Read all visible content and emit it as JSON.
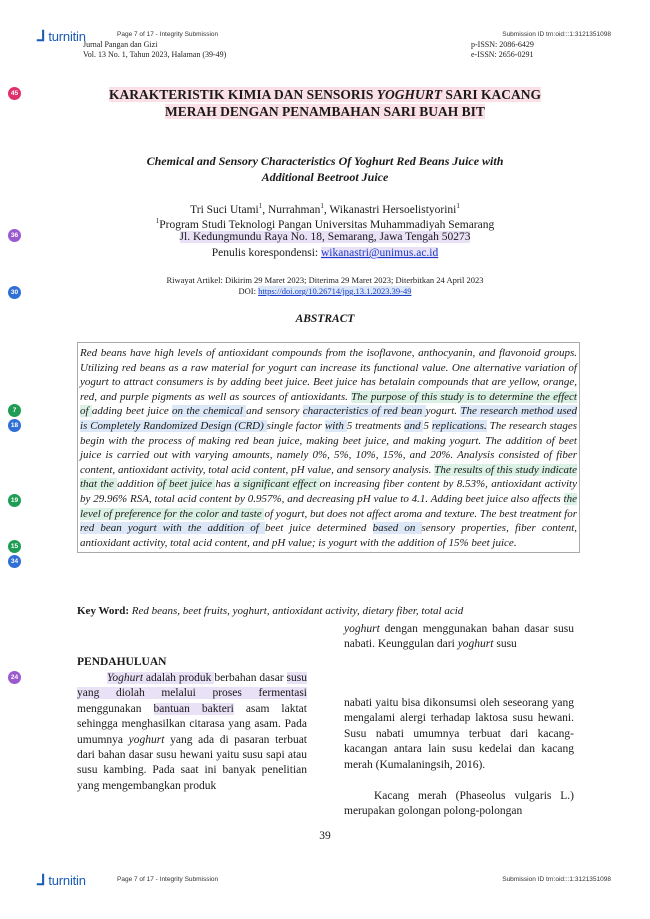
{
  "header": {
    "logo_text": "turnitin",
    "page_label": "Page 7 of 17 - Integrity Submission",
    "submission_id": "Submission ID trn:oid:::1:3121351098"
  },
  "journal": {
    "name": "Jurnal Pangan dan Gizi",
    "volume": "Vol. 13 No. 1, Tahun 2023, Halaman (39-49)",
    "pissn": "p-ISSN: 2086-6429",
    "eissn": "e-ISSN: 2656-0291"
  },
  "markers": [
    {
      "n": "45",
      "color": "#e0306e"
    },
    {
      "n": "36",
      "color": "#9b59d0"
    },
    {
      "n": "30",
      "color": "#2f6fd6"
    },
    {
      "n": "7",
      "color": "#1f9d55"
    },
    {
      "n": "18",
      "color": "#2f6fd6"
    },
    {
      "n": "19",
      "color": "#1f9d55"
    },
    {
      "n": "15",
      "color": "#1f9d55"
    },
    {
      "n": "34",
      "color": "#2f6fd6"
    },
    {
      "n": "24",
      "color": "#9b59d0"
    }
  ],
  "title": {
    "line1_a": "KARAKTERISTIK KIMIA DAN SENSORIS ",
    "line1_b": "YOGHURT",
    "line1_c": " SARI KACANG",
    "line2": "MERAH DENGAN PENAMBAHAN SARI BUAH BIT"
  },
  "subtitle": {
    "line1": "Chemical and Sensory Characteristics Of Yoghurt Red Beans Juice with",
    "line2": "Additional Beetroot Juice"
  },
  "authors": {
    "a1": "Tri Suci Utami",
    "a2": "Nurrahman",
    "a3": "Wikanastri Hersoelistyorini",
    "sup": "1",
    "affiliation": "Program Studi Teknologi Pangan Universitas Muhammadiyah Semarang",
    "address": "Jl. Kedungmundu Raya No. 18, Semarang, Jawa Tengah 50273",
    "corr_label": "Penulis korespondensi: ",
    "corr_email": "wikanastri@unimus.ac.id"
  },
  "history": "Riwayat Artikel: Dikirim 29 Maret 2023; Diterima 29 Maret 2023; Diterbitkan 24 April 2023",
  "doi_label": "DOI: ",
  "doi": "https://doi.org/10.26714/jpg.13.1.2023.39-49",
  "abstract_heading": "ABSTRACT",
  "abstract": {
    "p1": "Red beans have high levels of antioxidant compounds from the isoflavone, anthocyanin, and flavonoid groups. Utilizing red beans as a raw material for yogurt can increase its functional value. One alternative variation of yogurt to attract consumers is by adding beet juice. Beet juice has betalain compounds that are yellow, orange, red, and purple pigments as well as sources of antioxidants. ",
    "h1": "The purpose of this study is to determine the effect of ",
    "p2": "adding beet juice ",
    "h2": "on the chemical ",
    "p3": "and sensory ",
    "h3": "characteristics of red bean ",
    "p4": "yogurt. ",
    "h4": "The research method used is Completely Randomized Design (CRD) ",
    "p5": "single factor ",
    "h5": "with ",
    "p6": "5 treatments ",
    "h6": "and ",
    "p7": "5 ",
    "h7": "replications.",
    "p8": " The research stages begin with the process of making red bean juice, making beet juice, and making yogurt. The addition of beet juice is carried out with varying amounts, namely 0%, 5%, 10%, 15%, and 20%. Analysis consisted of fiber content, antioxidant activity, total acid content, pH value, and sensory analysis. ",
    "h8": "The results of this study indicate that the ",
    "p9": "addition ",
    "h9": "of beet juice ",
    "p10": "has ",
    "h10": "a significant effect ",
    "p11": "on increasing fiber content by 8.53%, antioxidant activity by 29.96% RSA, total acid content by 0.957%, and decreasing pH value to 4.1. Adding beet juice also affects ",
    "h11": "the level of preference for the ",
    "p12": "",
    "h12": "color and taste ",
    "p13": "of yogurt, but does not affect aroma and texture. The best treatment for ",
    "h13": "red bean yogurt with the addition of ",
    "p14": "beet juice determined ",
    "h14": "based on ",
    "p15": "sensory properties, fiber content, antioxidant activity, total acid content, and pH value; is yogurt with the addition of 15% beet juice."
  },
  "keywords": {
    "label": "Key Word:",
    "text": " Red beans, beet fruits, yoghurt, antioxidant activity, dietary fiber, total acid"
  },
  "right_col_top": {
    "w1": "yoghurt",
    "t1": " dengan menggunakan bahan dasar susu nabati. Keunggulan dari ",
    "w2": "yoghurt",
    "t2": " susu"
  },
  "section_heading": "PENDAHULUAN",
  "left_col": {
    "w1": "Yoghurt",
    "h1": " adalah produk ",
    "t1": "berbahan dasar ",
    "h2": "susu yang diolah melalui proses fermentasi",
    "t2": " menggunakan ",
    "h3": "bantuan bakteri",
    "t3": " asam laktat sehingga menghasilkan citarasa yang asam. Pada umumnya ",
    "w2": "yoghurt",
    "t4": " yang ada di pasaran terbuat dari bahan dasar susu hewani yaitu susu sapi atau susu kambing. Pada saat ini banyak penelitian yang mengembangkan produk"
  },
  "right_col": {
    "para1": "nabati yaitu bisa dikonsumsi oleh seseorang yang mengalami alergi terhadap laktosa susu hewani. Susu nabati umumnya terbuat dari kacang-kacangan antara lain susu kedelai dan kacang merah (Kumalaningsih, 2016).",
    "para2": "Kacang merah (Phaseolus vulgaris L.) merupakan golongan polong-polongan"
  },
  "page_number": "39"
}
